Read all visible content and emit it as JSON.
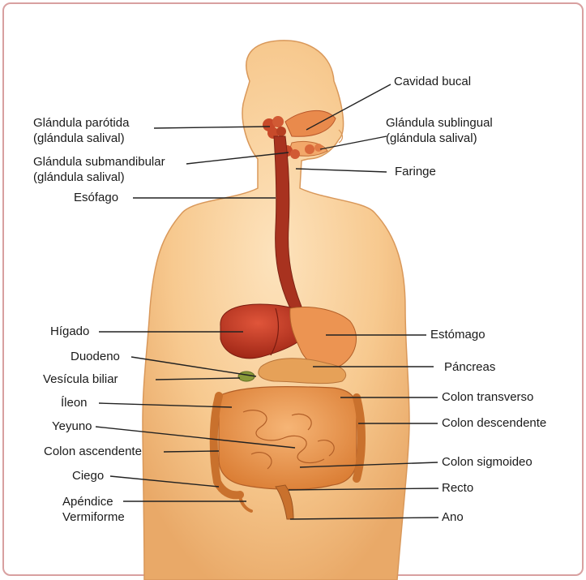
{
  "labels": {
    "cavidad_bucal": "Cavidad bucal",
    "glandula_parotida_1": "Glándula parótida",
    "glandula_parotida_2": "(glándula salival)",
    "glandula_sublingual_1": "Glándula sublingual",
    "glandula_sublingual_2": "(glándula salival)",
    "glandula_submandibular_1": "Glándula submandibular",
    "glandula_submandibular_2": "(glándula salival)",
    "faringe": "Faringe",
    "esofago": "Esófago",
    "higado": "Hígado",
    "estomago": "Estómago",
    "duodeno": "Duodeno",
    "pancreas": "Páncreas",
    "vesicula_biliar": "Vesícula biliar",
    "ileon": "Íleon",
    "colon_transverso": "Colon transverso",
    "yeyuno": "Yeyuno",
    "colon_descendente": "Colon descendente",
    "colon_ascendente": "Colon ascendente",
    "colon_sigmoideo": "Colon sigmoideo",
    "ciego": "Ciego",
    "recto": "Recto",
    "apendice_1": "Apéndice",
    "apendice_2": "Vermiforme",
    "ano": "Ano"
  },
  "colors": {
    "skin": "#f7c98f",
    "skin_shade": "#e9a968",
    "liver": "#b8321f",
    "esophagus": "#a8321f",
    "intestine": "#ee9a4f",
    "intestine_dark": "#d97a30",
    "pancreas": "#e6a158",
    "frame_border": "#d8a0a0"
  }
}
